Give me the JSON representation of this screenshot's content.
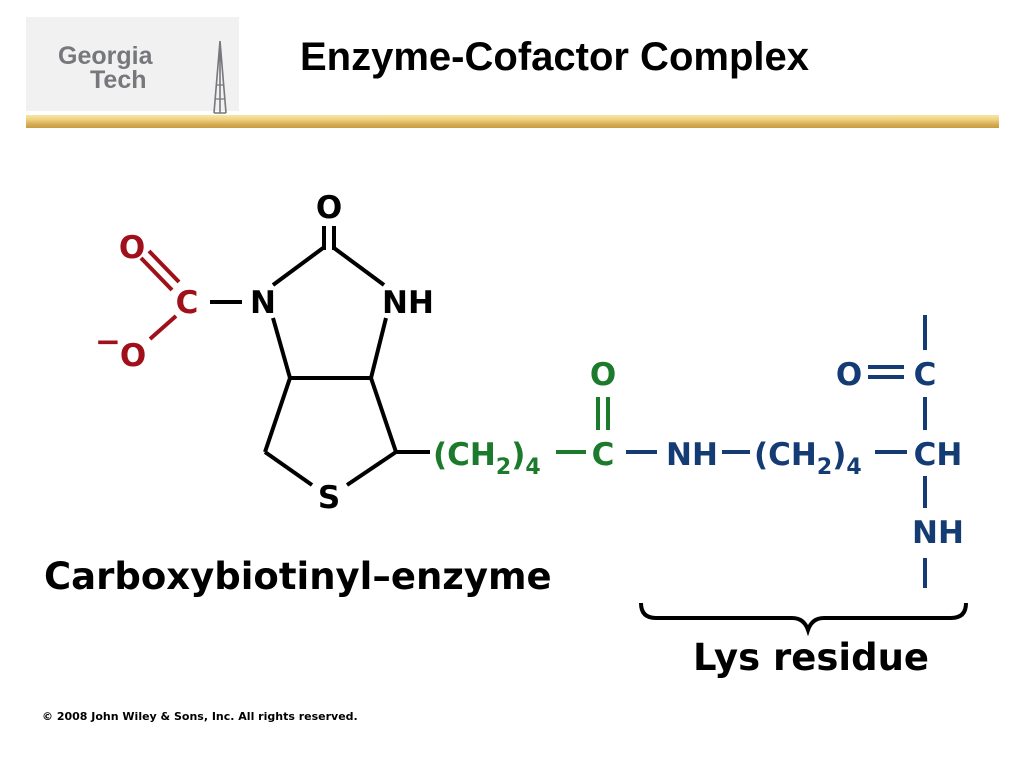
{
  "logo": {
    "line1": "Georgia",
    "line2": "Tech",
    "text_color": "#77787b",
    "background_color": "#f1f1f1"
  },
  "slide": {
    "title": "Enzyme-Cofactor Complex"
  },
  "colors": {
    "rule_gold": "#d8ae52",
    "carboxyl_red": "#a0101a",
    "biotin_black": "#000000",
    "linker_green": "#1b7a2b",
    "lysine_blue": "#143b73"
  },
  "diagram": {
    "carboxyl": {
      "oxygen_double": "O",
      "carbon": "C",
      "charge": "−",
      "oxygen_single": "O"
    },
    "ring": {
      "ring_nitrogen": "N",
      "carbonyl_oxygen": "O",
      "amide_nh": "NH",
      "sulfur": "S"
    },
    "linker": {
      "chain": "(CH",
      "subscript_2": "2",
      "close_paren": ")",
      "subscript_4": "4",
      "carbonyl_oxygen": "O",
      "carbonyl_carbon": "C"
    },
    "lysine": {
      "amide_nh": "NH",
      "chain": "(CH",
      "subscript_2": "2",
      "close_paren": ")",
      "subscript_4": "4",
      "backbone_oxygen": "O",
      "backbone_carbon": "C",
      "alpha_carbon": "CH",
      "backbone_nh": "NH",
      "brace_label": "Lys residue"
    }
  },
  "caption": "Carboxybiotinyl–enzyme",
  "copyright": "© 2008 John Wiley & Sons, Inc. All rights reserved."
}
